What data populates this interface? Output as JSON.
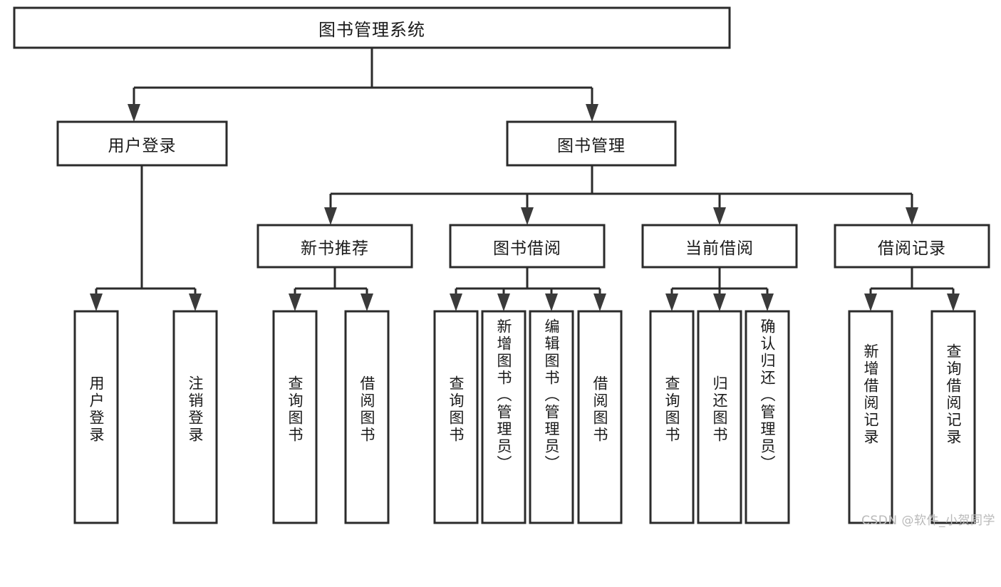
{
  "diagram": {
    "type": "tree",
    "title": "图书管理系统",
    "watermark": "CSDN @软件_小贺同学",
    "root": {
      "id": "root",
      "label": "图书管理系统",
      "orientation": "horizontal"
    },
    "level2": [
      {
        "id": "user-login",
        "label": "用户登录",
        "orientation": "horizontal"
      },
      {
        "id": "book-manage",
        "label": "图书管理",
        "orientation": "horizontal"
      }
    ],
    "level3": [
      {
        "id": "new-book-recommend",
        "label": "新书推荐",
        "orientation": "horizontal",
        "parent": "book-manage"
      },
      {
        "id": "book-borrow",
        "label": "图书借阅",
        "orientation": "horizontal",
        "parent": "book-manage"
      },
      {
        "id": "current-borrow",
        "label": "当前借阅",
        "orientation": "horizontal",
        "parent": "book-manage"
      },
      {
        "id": "borrow-record",
        "label": "借阅记录",
        "orientation": "horizontal",
        "parent": "book-manage"
      }
    ],
    "leaves": [
      {
        "id": "leaf-user-login",
        "label": "用户登录",
        "orientation": "vertical",
        "parent": "user-login"
      },
      {
        "id": "leaf-logout",
        "label": "注销登录",
        "orientation": "vertical",
        "parent": "user-login"
      },
      {
        "id": "leaf-query-book-1",
        "label": "查询图书",
        "orientation": "vertical",
        "parent": "new-book-recommend"
      },
      {
        "id": "leaf-borrow-book-1",
        "label": "借阅图书",
        "orientation": "vertical",
        "parent": "new-book-recommend"
      },
      {
        "id": "leaf-query-book-2",
        "label": "查询图书",
        "orientation": "vertical",
        "parent": "book-borrow"
      },
      {
        "id": "leaf-add-book",
        "label": "新增图书（管理员）",
        "orientation": "vertical",
        "parent": "book-borrow"
      },
      {
        "id": "leaf-edit-book",
        "label": "编辑图书（管理员）",
        "orientation": "vertical",
        "parent": "book-borrow"
      },
      {
        "id": "leaf-borrow-book-2",
        "label": "借阅图书",
        "orientation": "vertical",
        "parent": "book-borrow"
      },
      {
        "id": "leaf-query-book-3",
        "label": "查询图书",
        "orientation": "vertical",
        "parent": "current-borrow"
      },
      {
        "id": "leaf-return-book",
        "label": "归还图书",
        "orientation": "vertical",
        "parent": "current-borrow"
      },
      {
        "id": "leaf-confirm-return",
        "label": "确认归还（管理员）",
        "orientation": "vertical",
        "parent": "current-borrow"
      },
      {
        "id": "leaf-add-record",
        "label": "新增借阅记录",
        "orientation": "vertical",
        "parent": "borrow-record"
      },
      {
        "id": "leaf-query-record",
        "label": "查询借阅记录",
        "orientation": "vertical",
        "parent": "borrow-record"
      }
    ],
    "colors": {
      "box_stroke": "#2b2b2b",
      "box_fill": "#ffffff",
      "text": "#1a1a1a",
      "connector": "#2b2b2b",
      "watermark": "#b9b9b9",
      "background": "#ffffff"
    }
  }
}
